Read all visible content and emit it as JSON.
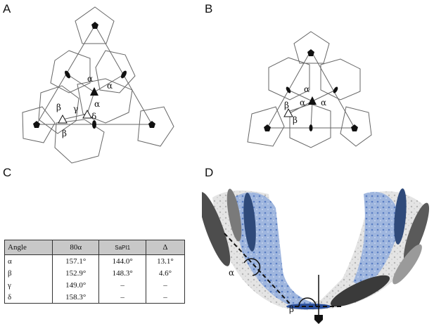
{
  "panels": {
    "a": "A",
    "b": "B",
    "c": "C",
    "d": "D"
  },
  "symbols": {
    "alpha": "α",
    "beta": "β",
    "gamma": "γ",
    "delta": "δ"
  },
  "table": {
    "headers": [
      "Angle",
      "80α",
      "SaPI1",
      "Δ"
    ],
    "rows": [
      [
        "α",
        "157.1°",
        "144.0°",
        "13.1°"
      ],
      [
        "β",
        "152.9°",
        "148.3°",
        "4.6°"
      ],
      [
        "γ",
        "149.0°",
        "–",
        "–"
      ],
      [
        "δ",
        "158.3°",
        "–",
        "–"
      ]
    ]
  }
}
